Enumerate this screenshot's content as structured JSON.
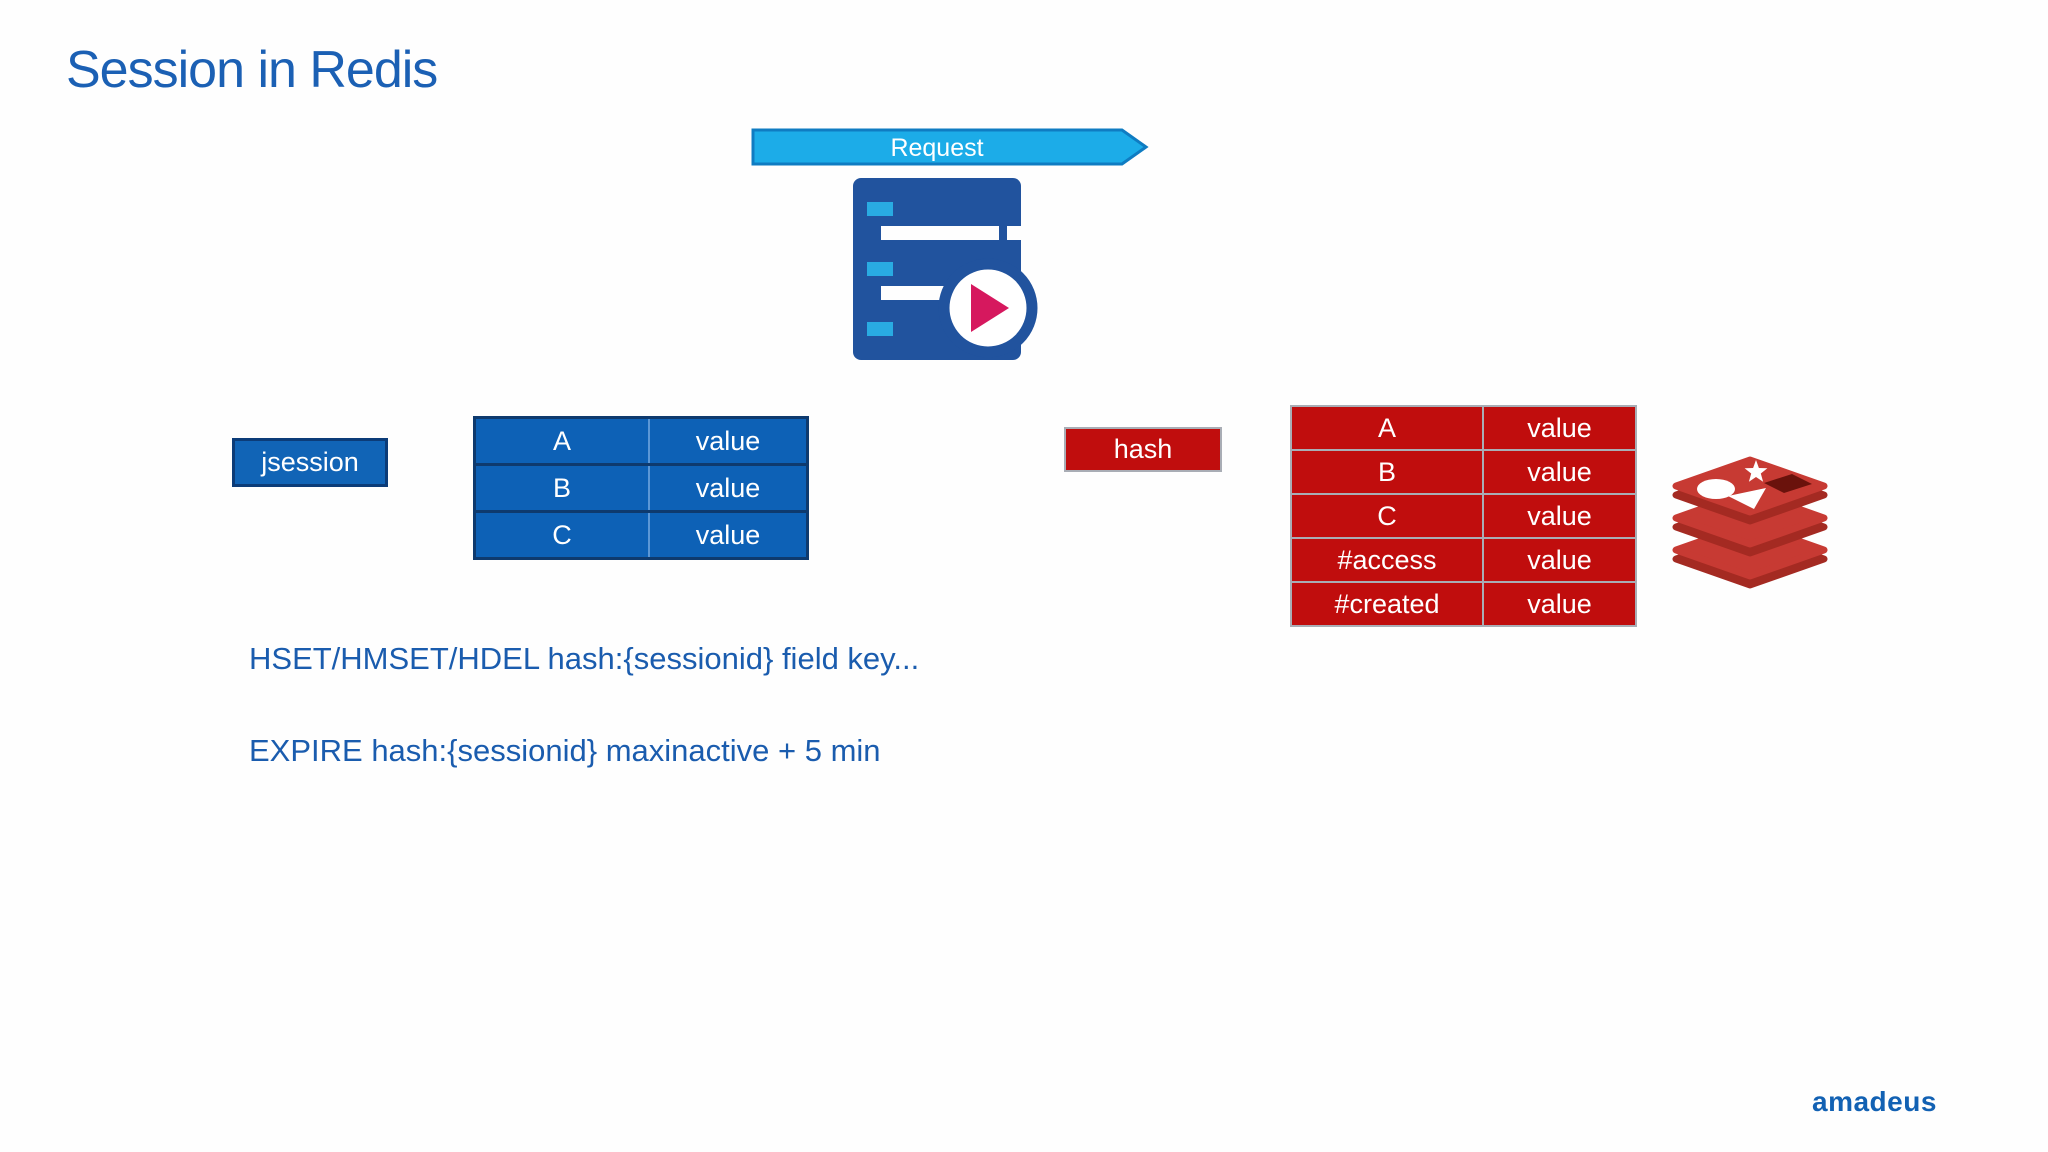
{
  "slide": {
    "title": "Session in Redis",
    "request_label": "Request",
    "jsession_label": "jsession",
    "hash_label": "hash",
    "command_line_1": "HSET/HMSET/HDEL hash:{sessionid} field key...",
    "command_line_2": "EXPIRE hash:{sessionid} maxinactive + 5 min",
    "brand": "amadeus"
  },
  "blue_table": {
    "rows": [
      {
        "key": "A",
        "value": "value"
      },
      {
        "key": "B",
        "value": "value"
      },
      {
        "key": "C",
        "value": "value"
      }
    ]
  },
  "red_table": {
    "rows": [
      {
        "key": "A",
        "value": "value"
      },
      {
        "key": "B",
        "value": "value"
      },
      {
        "key": "C",
        "value": "value"
      },
      {
        "key": "#access",
        "value": "value"
      },
      {
        "key": "#created",
        "value": "value"
      }
    ]
  },
  "icons": {
    "request_arrow": "right-arrow-banner",
    "app_server": "server-with-play-icon",
    "redis": "redis-logo"
  },
  "colors": {
    "title_blue": "#1b60b4",
    "arrow_fill": "#1cace8",
    "arrow_stroke": "#0f7cc2",
    "server_blue": "#21539e",
    "led_cyan": "#29abe2",
    "play_magenta": "#d6185e",
    "box_blue": "#1164b6",
    "table_blue": "#0d61b6",
    "table_blue_border": "#0e3a6e",
    "redis_red": "#c00d0d",
    "red_border_gray": "#a9adb5",
    "redis_logo_red": "#c73a33",
    "redis_logo_dark": "#a42a22",
    "text_blue": "#1a5cae",
    "brand_blue": "#1261b3"
  }
}
